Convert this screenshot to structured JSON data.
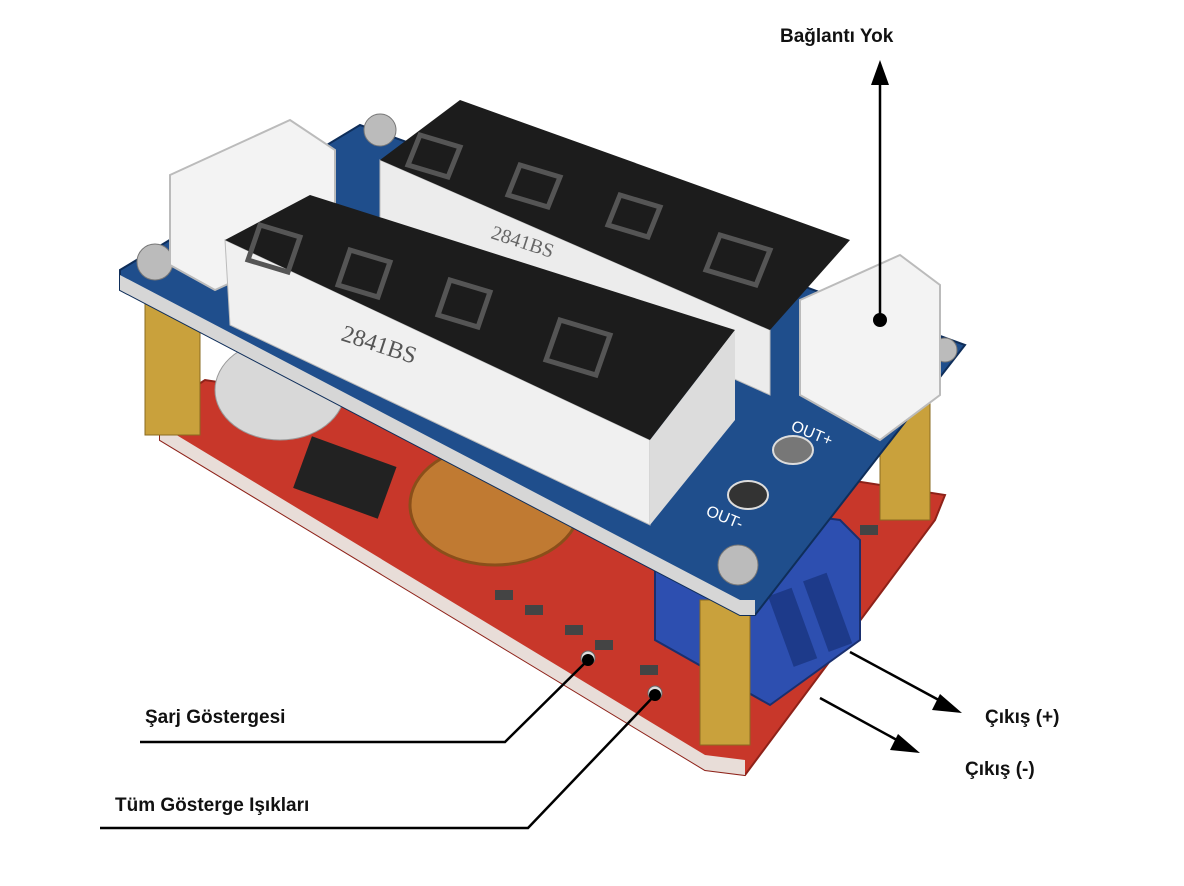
{
  "labels": {
    "no_connection": "Bağlantı Yok",
    "charge_indicator": "Şarj Göstergesi",
    "all_indicator_lights": "Tüm Gösterge Işıkları",
    "output_plus": "Çıkış (+)",
    "output_minus": "Çıkış (-)"
  },
  "board": {
    "display_model_back": "2841BS",
    "display_model_front": "2841BS",
    "silk_out_plus": "OUT+",
    "silk_out_minus": "OUT-"
  },
  "colors": {
    "blue_pcb": "#1f4e8c",
    "red_pcb": "#c8372a",
    "display": "#1c1c1c",
    "standoff": "#c9a13c",
    "terminal": "#2d4fb0"
  }
}
